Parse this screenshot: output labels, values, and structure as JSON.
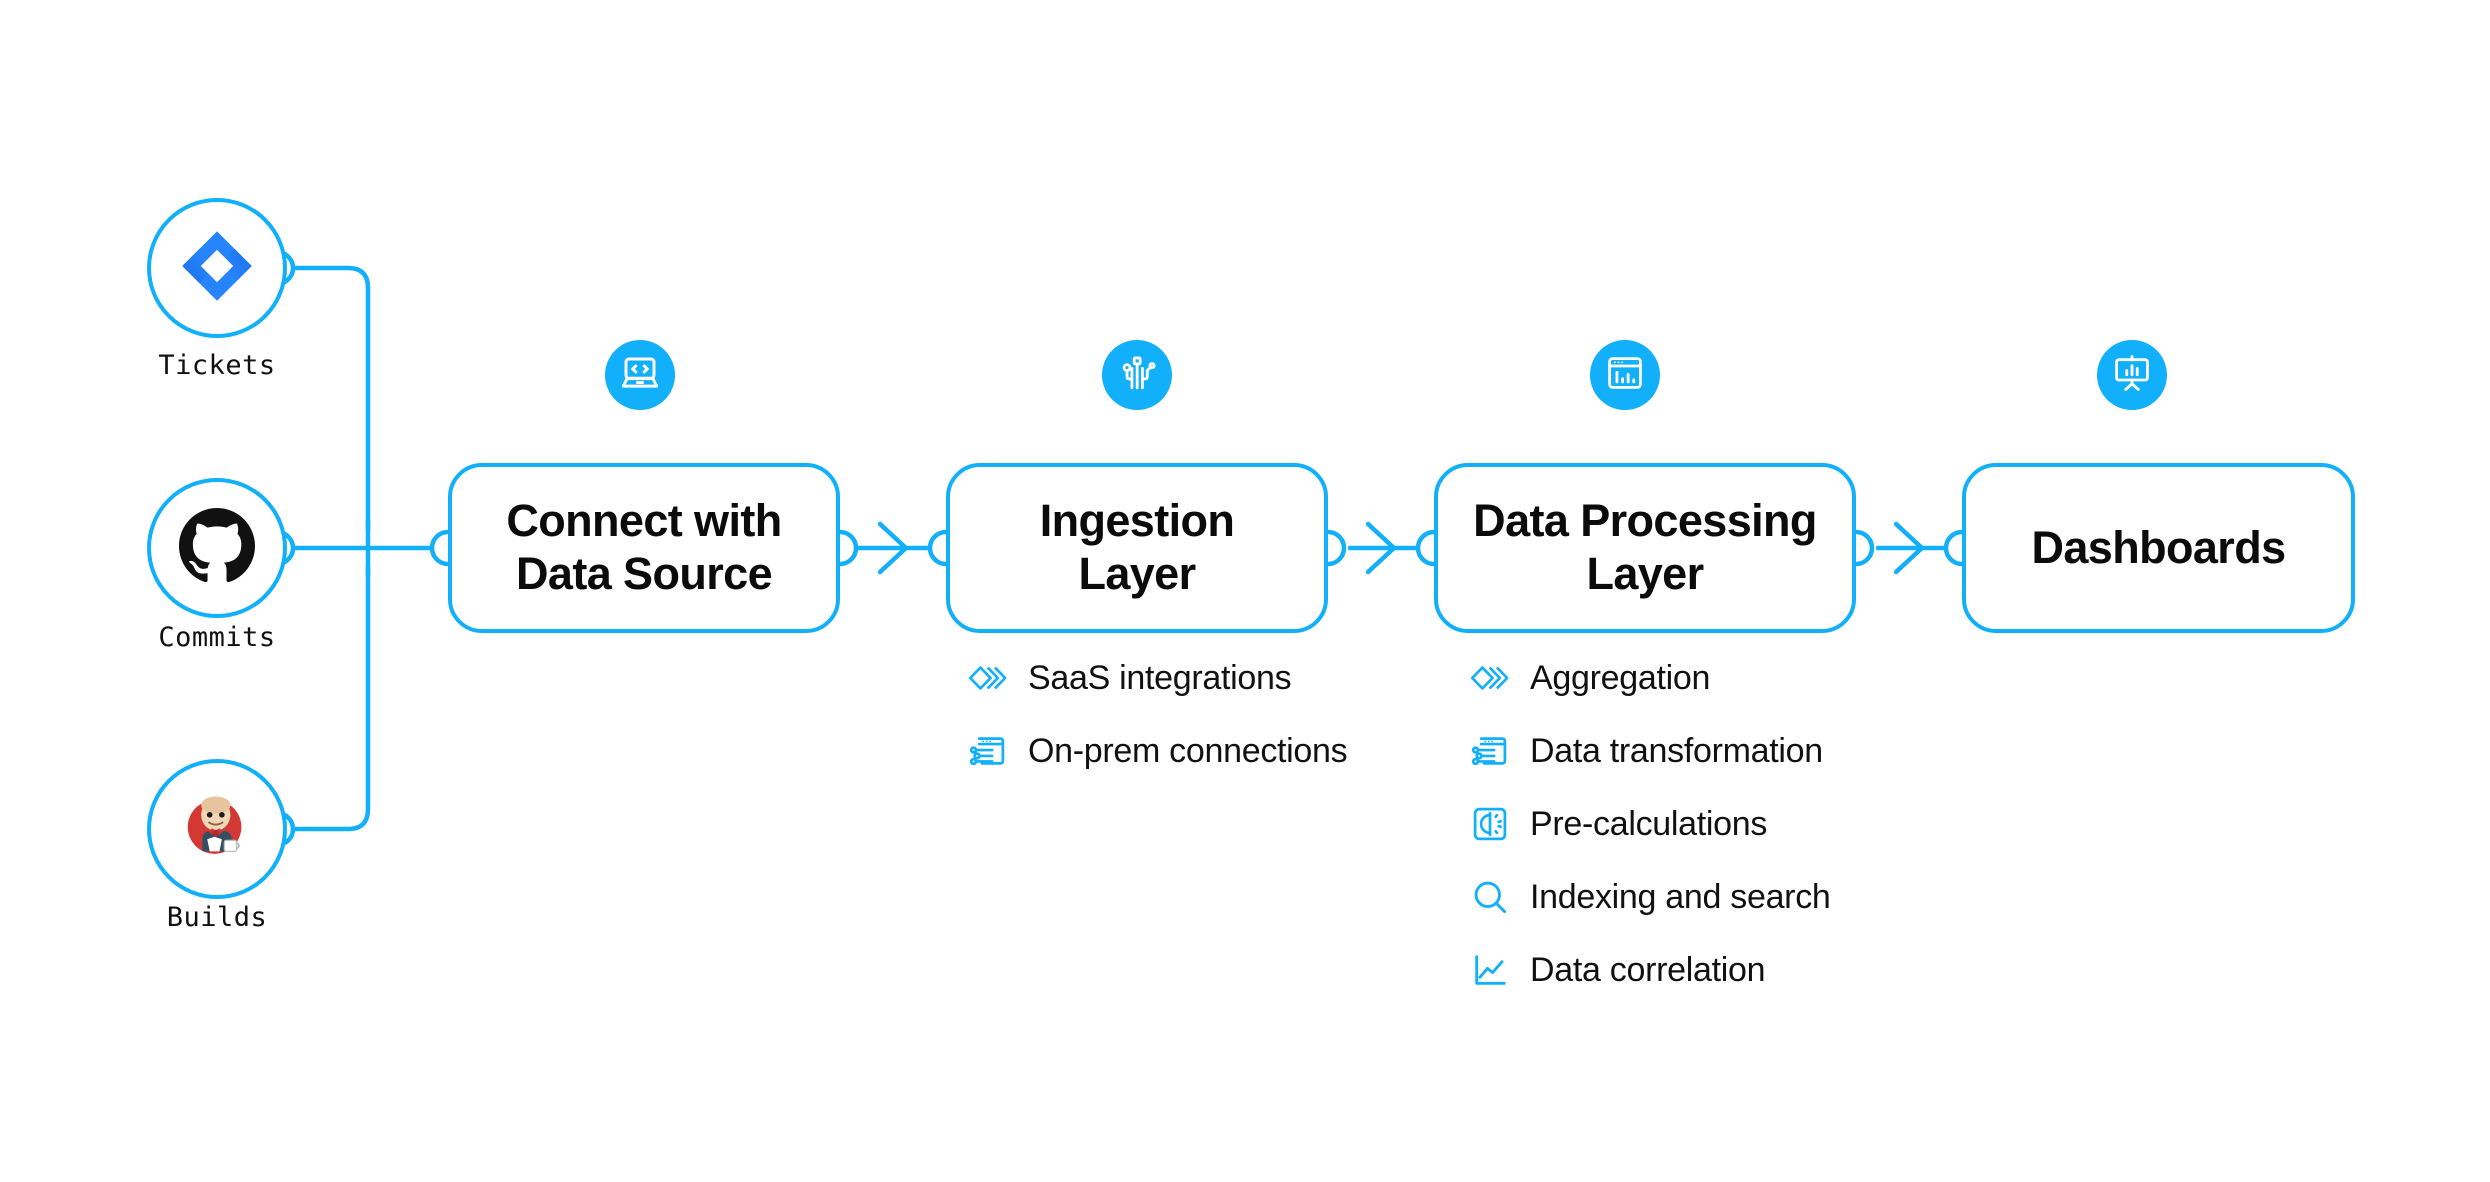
{
  "theme": {
    "accent": "#12AFFA",
    "text": "#111111",
    "background": "#FFFFFF",
    "jira_light": "#2684FF",
    "jira_dark": "#1868DB",
    "github_black": "#111111",
    "jenkins_red": "#D33833"
  },
  "sources": [
    {
      "label": "Tickets",
      "icon": "jira-icon"
    },
    {
      "label": "Commits",
      "icon": "github-icon"
    },
    {
      "label": "Builds",
      "icon": "jenkins-icon"
    }
  ],
  "stages": [
    {
      "title": "Connect with Data Source",
      "line1": "Connect with",
      "line2": "Data Source",
      "badge_icon": "laptop-code-icon",
      "features": []
    },
    {
      "title": "Ingestion Layer",
      "line1": "Ingestion",
      "line2": "Layer",
      "badge_icon": "circuit-nodes-icon",
      "features": [
        {
          "label": "SaaS integrations",
          "icon": "stacked-diamonds-icon"
        },
        {
          "label": "On-prem connections",
          "icon": "window-connections-icon"
        }
      ]
    },
    {
      "title": "Data Processing Layer",
      "line1": "Data Processing",
      "line2": "Layer",
      "badge_icon": "window-barchart-icon",
      "features": [
        {
          "label": "Aggregation",
          "icon": "stacked-diamonds-icon"
        },
        {
          "label": "Data transformation",
          "icon": "window-connections-icon"
        },
        {
          "label": "Pre-calculations",
          "icon": "gauge-square-icon"
        },
        {
          "label": "Indexing and search",
          "icon": "search-icon"
        },
        {
          "label": "Data correlation",
          "icon": "line-chart-icon"
        }
      ]
    },
    {
      "title": "Dashboards",
      "line1": "Dashboards",
      "line2": "",
      "badge_icon": "presentation-chart-icon",
      "features": []
    }
  ],
  "connectors": [
    {
      "from": "Tickets",
      "to": "Connect with Data Source",
      "kind": "bus"
    },
    {
      "from": "Commits",
      "to": "Connect with Data Source",
      "kind": "bus"
    },
    {
      "from": "Builds",
      "to": "Connect with Data Source",
      "kind": "bus"
    },
    {
      "from": "Connect with Data Source",
      "to": "Ingestion Layer",
      "kind": "arrow"
    },
    {
      "from": "Ingestion Layer",
      "to": "Data Processing Layer",
      "kind": "arrow"
    },
    {
      "from": "Data Processing Layer",
      "to": "Dashboards",
      "kind": "arrow"
    }
  ]
}
